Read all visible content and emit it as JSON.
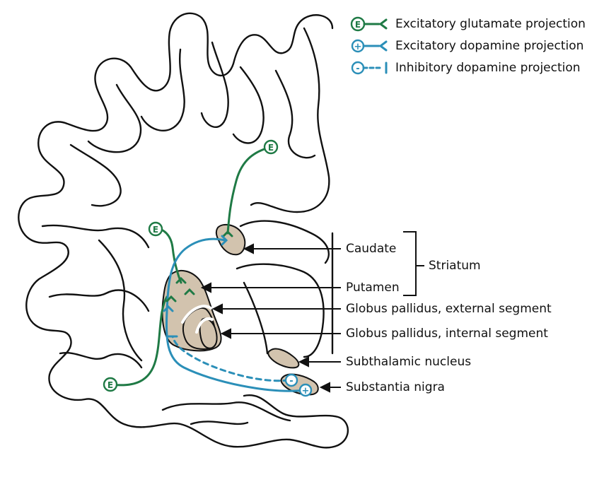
{
  "colors": {
    "glutamate": "#1f7a45",
    "dopamine": "#2b8fb8",
    "nucleus_fill": "#d2c3ae",
    "outline": "#111111"
  },
  "legend": {
    "excitatory_glutamate": {
      "symbol": "E",
      "label": "Excitatory glutamate projection"
    },
    "excitatory_dopamine": {
      "symbol": "+",
      "label": "Excitatory dopamine projection"
    },
    "inhibitory_dopamine": {
      "symbol": "-",
      "label": "Inhibitory dopamine projection"
    }
  },
  "labels": {
    "caudate": "Caudate",
    "putamen": "Putamen",
    "striatum": "Striatum",
    "gp_external": "Globus pallidus, external segment",
    "gp_internal": "Globus pallidus, internal segment",
    "subthalamic": "Subthalamic nucleus",
    "substantia_nigra": "Substantia nigra"
  },
  "badges": {
    "glutamate": "E",
    "excitatory": "+",
    "inhibitory": "-"
  }
}
